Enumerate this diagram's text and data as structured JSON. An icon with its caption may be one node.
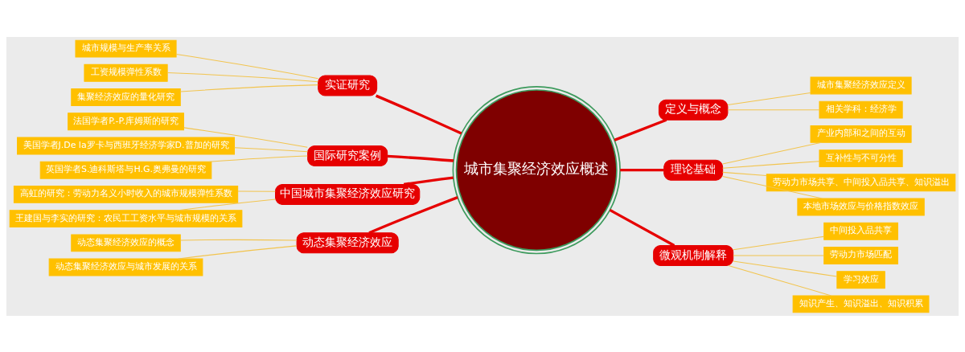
{
  "diagram": {
    "nodes": [
      {
        "text": [
          "城市集聚经济效应概述"
        ]
      },
      {
        "text": [
          "定义与概念"
        ]
      },
      {
        "text": [
          "城市集聚经济效应定义"
        ]
      },
      {
        "text": [
          "相关学科：经济学"
        ]
      },
      {
        "text": [
          "理论基础"
        ]
      },
      {
        "text": [
          "产业内部和之间的互动"
        ]
      },
      {
        "text": [
          "互补性与不可分性"
        ]
      },
      {
        "text": [
          "劳动力市场共享、中间投入品共享、知识溢出"
        ]
      },
      {
        "text": [
          "本地市场效应与价格指数效应"
        ]
      },
      {
        "text": [
          "微观机制解释"
        ]
      },
      {
        "text": [
          "中间投入品共享"
        ]
      },
      {
        "text": [
          "劳动力市场匹配"
        ]
      },
      {
        "text": [
          "学习效应"
        ]
      },
      {
        "text": [
          "知识产生、知识溢出、知识积累"
        ]
      },
      {
        "text": [
          "实证研究"
        ]
      },
      {
        "text": [
          "城市规模与生产率关系"
        ]
      },
      {
        "text": [
          "工资规模弹性系数"
        ]
      },
      {
        "text": [
          "集聚经济效应的量化研究"
        ]
      },
      {
        "text": [
          "国际研究案例"
        ]
      },
      {
        "text": [
          "法国学者P.-P.库姆斯的研究"
        ]
      },
      {
        "text": [
          "美国学者J.De la罗卡与西班牙经济学家D.普加的研究"
        ]
      },
      {
        "text": [
          "英国学者S.迪科斯塔与H.G.奥弗曼的研究"
        ]
      },
      {
        "text": [
          "中国城市集聚经济效应研究"
        ]
      },
      {
        "text": [
          "高虹的研究：劳动力名义小时收入的城市规模弹性系数"
        ]
      },
      {
        "text": [
          "王建国与李实的研究：农民工工资水平与城市规模的关系"
        ]
      },
      {
        "text": [
          "动态集聚经济效应"
        ]
      },
      {
        "text": [
          "动态集聚经济效应的概念"
        ]
      },
      {
        "text": [
          "动态集聚经济效应与城市发展的关系"
        ]
      }
    ],
    "edges": [
      {
        "from": 0,
        "to": 1,
        "arrow": "none",
        "style": "thick",
        "color": "#e60000"
      },
      {
        "from": 1,
        "to": 2,
        "arrow": "none"
      },
      {
        "from": 1,
        "to": 3,
        "arrow": "none"
      },
      {
        "from": 0,
        "to": 4,
        "arrow": "none",
        "style": "thick",
        "color": "#e60000"
      },
      {
        "from": 4,
        "to": 5,
        "arrow": "none"
      },
      {
        "from": 4,
        "to": 6,
        "arrow": "none"
      },
      {
        "from": 4,
        "to": 7,
        "arrow": "none"
      },
      {
        "from": 4,
        "to": 8,
        "arrow": "none"
      },
      {
        "from": 0,
        "to": 9,
        "arrow": "none",
        "style": "thick",
        "color": "#e60000"
      },
      {
        "from": 9,
        "to": 10,
        "arrow": "none"
      },
      {
        "from": 9,
        "to": 11,
        "arrow": "none"
      },
      {
        "from": 9,
        "to": 12,
        "arrow": "none"
      },
      {
        "from": 9,
        "to": 13,
        "arrow": "none"
      },
      {
        "from": 0,
        "to": 14,
        "arrow": "none",
        "style": "thick",
        "color": "#e60000"
      },
      {
        "from": 14,
        "to": 15,
        "arrow": "none"
      },
      {
        "from": 14,
        "to": 16,
        "arrow": "none"
      },
      {
        "from": 14,
        "to": 17,
        "arrow": "none"
      },
      {
        "from": 0,
        "to": 18,
        "arrow": "none",
        "style": "thick",
        "color": "#e60000"
      },
      {
        "from": 18,
        "to": 19,
        "arrow": "none"
      },
      {
        "from": 18,
        "to": 20,
        "arrow": "none"
      },
      {
        "from": 18,
        "to": 21,
        "arrow": "none"
      },
      {
        "from": 0,
        "to": 22,
        "arrow": "none",
        "style": "thick",
        "color": "#e60000"
      },
      {
        "from": 22,
        "to": 23,
        "arrow": "none"
      },
      {
        "from": 22,
        "to": 24,
        "arrow": "none"
      },
      {
        "from": 0,
        "to": 25,
        "arrow": "none",
        "style": "thick",
        "color": "#e60000"
      },
      {
        "from": 25,
        "to": 26,
        "arrow": "none"
      },
      {
        "from": 25,
        "to": 27,
        "arrow": "none"
      }
    ]
  }
}
